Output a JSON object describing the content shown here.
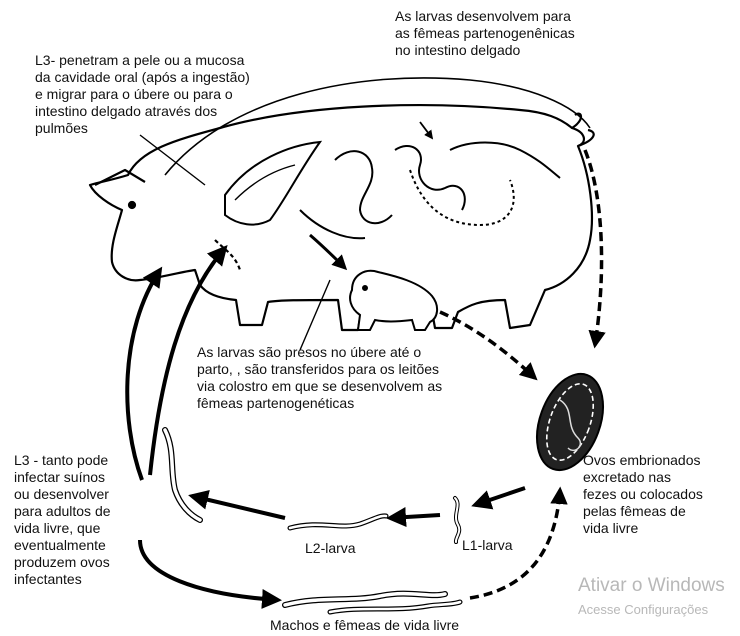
{
  "labels": {
    "l3_penetration": "L3- penetram a pele ou a mucosa\nda cavidade oral (após a ingestão)\ne migrar para o úbere ou para o\nintestino delgado através dos\npulmões",
    "larvae_intestine": "As larvas desenvolvem para\nas fêmeas partenogenênicas\nno intestino delgado",
    "larvae_udder": "As larvas são presos no úbere até o\nparto, , são transferidos para os leitões\nvia colostro em que se desenvolvem as\nfêmeas partenogenéticas",
    "eggs": "Ovos embrionados\nexcretado nas\nfezes ou colocados\npelas fêmeas de\nvida livre",
    "l3_infect": "L3 - tanto pode\ninfectar suínos\nou desenvolver\npara adultos de\nvida livre, que\neventualmente\nproduzem ovos\ninfectantes",
    "l2": "L2-larva",
    "l1": "L1-larva",
    "free_living": "Machos e fêmeas de vida livre"
  },
  "watermark": {
    "line1": "Ativar o Windows",
    "line2": "Acesse Configurações"
  }
}
